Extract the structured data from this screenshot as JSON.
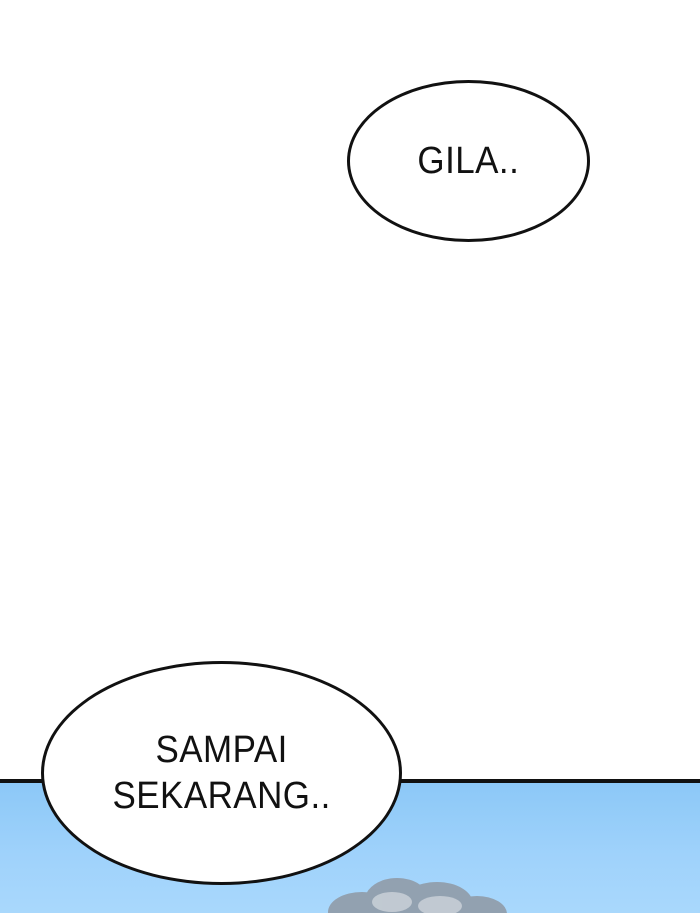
{
  "speech_bubbles": [
    {
      "lines": [
        "GILA.."
      ]
    },
    {
      "lines": [
        "SAMPAI",
        "SEKARANG.."
      ]
    }
  ],
  "panel": {
    "sky_color": "#9fd2fb",
    "border_color": "#111111"
  }
}
